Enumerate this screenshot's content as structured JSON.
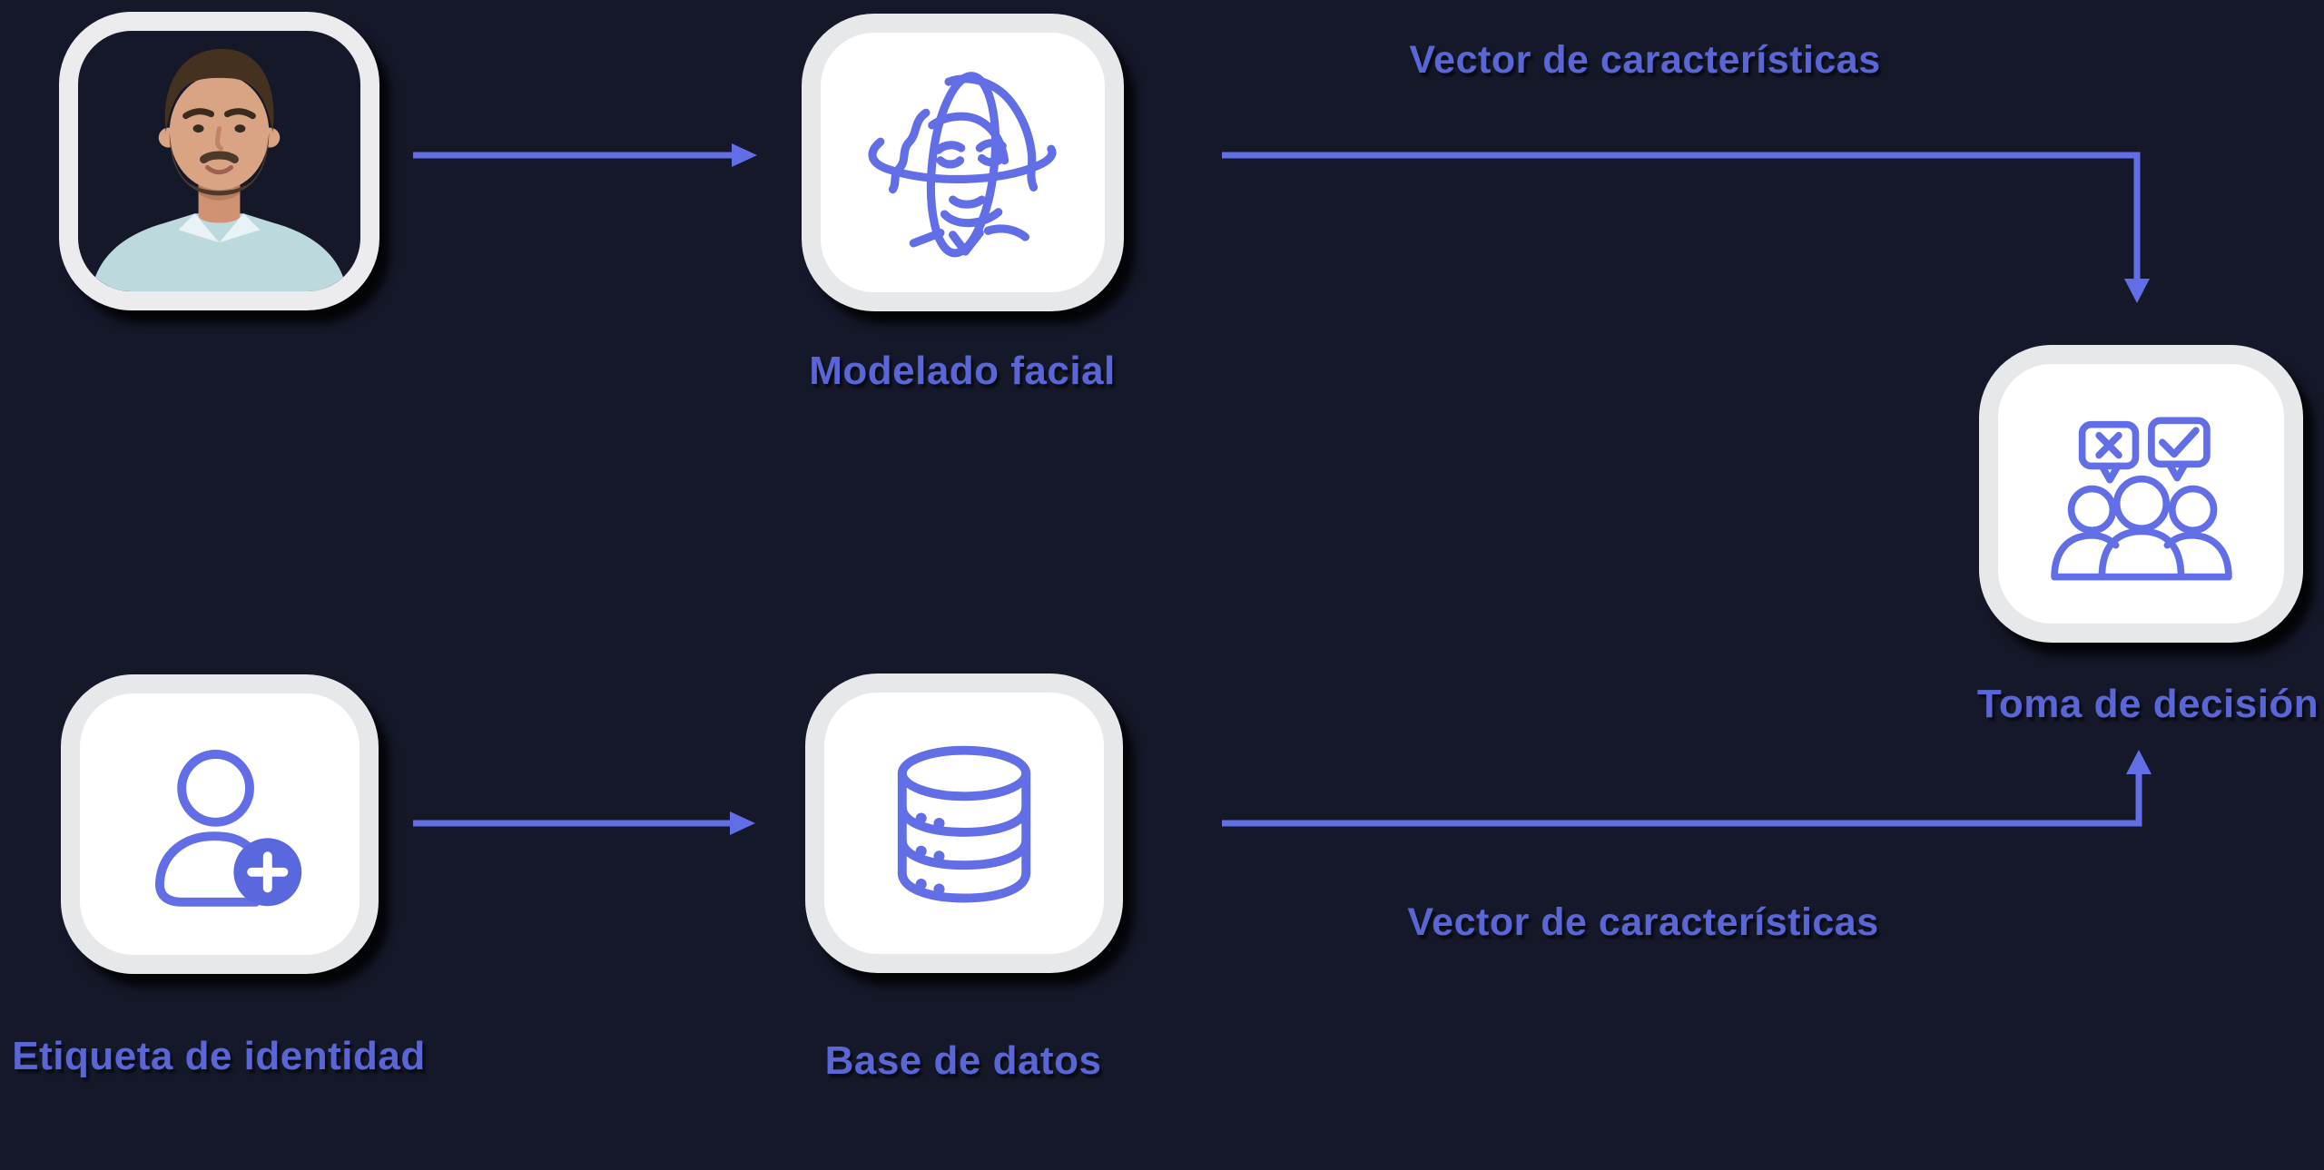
{
  "colors": {
    "background": "#141829",
    "accent_text": "#5a66d6",
    "accent_line": "#626ee6",
    "node_background": "#ffffff",
    "node_ring": "#e7e8ea",
    "plus_badge": "#5a68de",
    "shadow": "#000000"
  },
  "nodes": {
    "photo": {
      "icon": "portrait-photo",
      "description": "cutout headshot of a bearded man in a light blue shirt inside a white rounded frame"
    },
    "modelado": {
      "label": "Modelado facial",
      "icon": "face-scan-icon"
    },
    "etiqueta": {
      "label": "Etiqueta de identidad",
      "icon": "user-add-icon"
    },
    "base": {
      "label": "Base de datos",
      "icon": "database-icon"
    },
    "toma": {
      "label": "Toma de decisión",
      "icon": "decision-people-icon"
    }
  },
  "edges": {
    "photo_to_modelado": {
      "from": "photo",
      "to": "modelado"
    },
    "modelado_to_toma": {
      "from": "modelado",
      "to": "toma",
      "label": "Vector de características"
    },
    "etiqueta_to_base": {
      "from": "etiqueta",
      "to": "base"
    },
    "base_to_toma": {
      "from": "base",
      "to": "toma",
      "label": "Vector de características"
    }
  }
}
